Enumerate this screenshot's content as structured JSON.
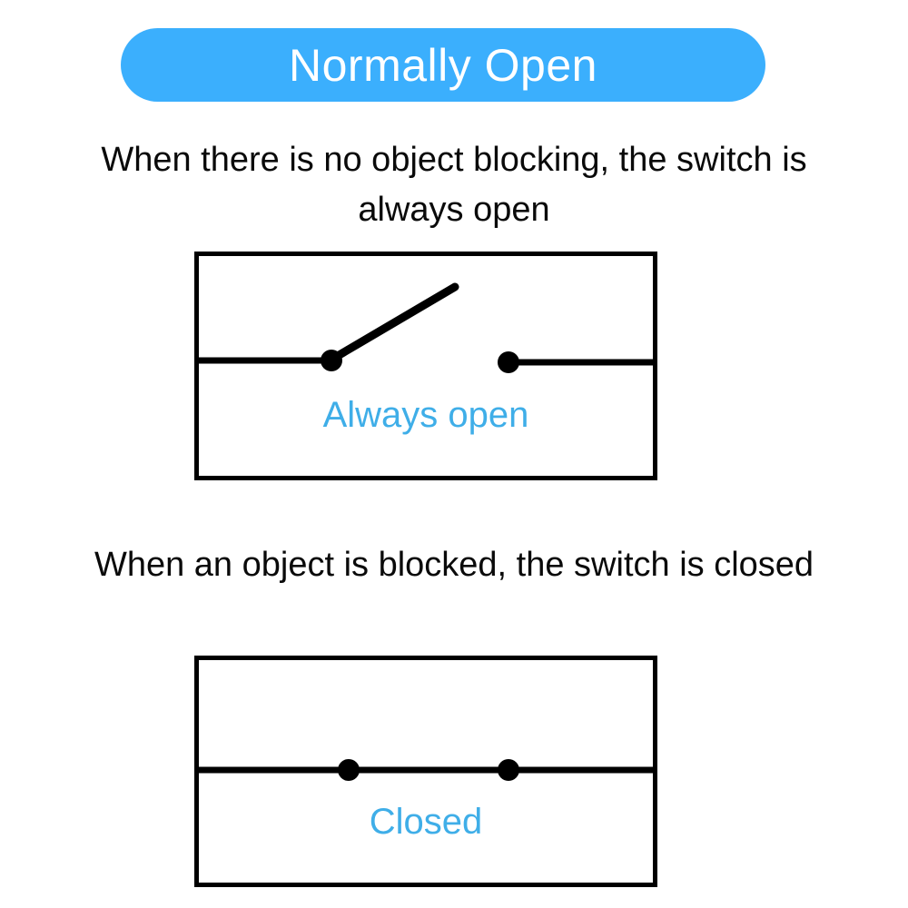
{
  "banner": {
    "title": "Normally Open",
    "background_color": "#3BAFFD",
    "text_color": "#FFFFFF"
  },
  "sections": [
    {
      "caption": "When there is no object blocking, the switch is always open",
      "state_label": "Always open",
      "state_label_color": "#3FAEE8",
      "diagram": {
        "name": "normally-open-switch-open",
        "border_color": "#000000",
        "contact_color": "#000000"
      }
    },
    {
      "caption": "When an object is blocked, the switch is closed",
      "state_label": "Closed",
      "state_label_color": "#3FAEE8",
      "diagram": {
        "name": "normally-open-switch-closed",
        "border_color": "#000000",
        "contact_color": "#000000"
      }
    }
  ]
}
